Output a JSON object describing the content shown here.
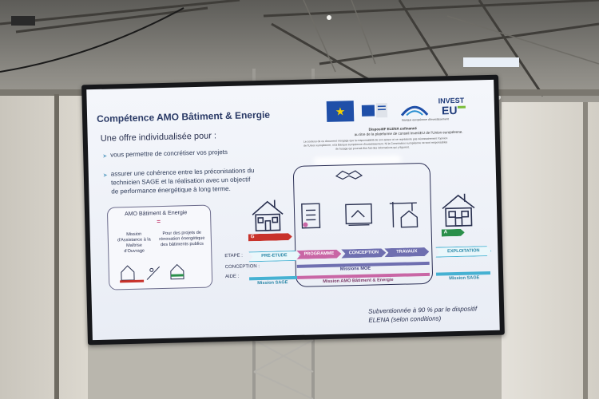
{
  "slide": {
    "title": "Compétence AMO Bâtiment & Energie",
    "offer": "Une offre individualisée pour :",
    "bullet_icon": "check-arrow-icon",
    "bullet1": "vous permettre de concrétiser vos projets",
    "bullet2_line1": "assurer une cohérence entre les préconisations du",
    "bullet2_line2": "technicien SAGE et la réalisation avec un objectif",
    "bullet2_line3": "de performance énergétique à long terme."
  },
  "logos": {
    "eib_name": "Banque européenne d'investissement",
    "invest_line1": "INVEST",
    "invest_line2": "EU"
  },
  "elena": {
    "line1": "DispositIF ELENA cofinancé",
    "line2": "au titre de la plateforme de conseil InvestEU de l'Union européenne.",
    "disclaimer1": "Le contenu de ce document n'engage que la responsabilité de son auteur et ne représente pas nécessairement l'opinion",
    "disclaimer2": "de l'Union européenne, ni la Banque européenne d'investissement. Ni la Commission européenne ne sont responsables",
    "disclaimer3": "de l'usage qui pourrait être fait des informations qui y figurent."
  },
  "amo": {
    "title": "AMO Bâtiment & Energie",
    "equals": "=",
    "left_l1": "Mission",
    "left_l2": "d'Assistance à la",
    "left_l3": "Maîtrise",
    "left_l4": "d'Ouvrage",
    "right_l1": "Pour des projets de",
    "right_l2": "rénovation énergétique",
    "right_l3": "des bâtiments publics"
  },
  "process": {
    "row_etape": "ETAPE :",
    "row_conception": "CONCEPTION :",
    "row_aide": "AIDE :",
    "grade_start": "G",
    "grade_end": "A",
    "steps": [
      "PRE-ETUDE",
      "PROGRAMME",
      "CONCEPTION",
      "TRAVAUX",
      "EXPLOITATION"
    ],
    "mission_moe": "Missions MOE",
    "mission_sage_left": "Mission SAGE",
    "mission_amo": "Mission AMO Bâtiment & Energie",
    "mission_sage_right": "Mission SAGE"
  },
  "subsidy": {
    "line1": "Subventionnée à 90 % par le dispositif",
    "line2": "ELENA (selon conditions)"
  },
  "colors": {
    "navy": "#2a3a66",
    "magenta": "#c966a5",
    "violet": "#6f6fb0",
    "cyan": "#45b1d2",
    "grade_red": "#c8322b",
    "grade_green": "#2a8f4a"
  }
}
